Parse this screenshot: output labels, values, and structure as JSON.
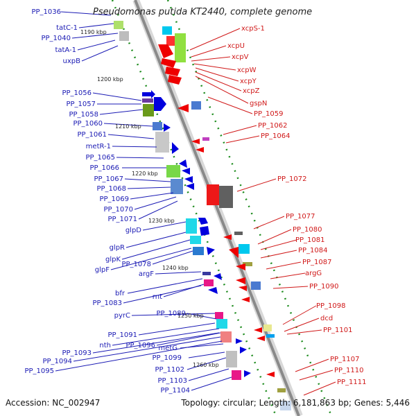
{
  "title": "Pseudomonas putida KT2440, complete genome",
  "footer": {
    "accession": "Accession: NC_002947",
    "summary": "Topology: circular; Length: 6,181,863 bp; Genes: 5,446"
  },
  "colors": {
    "forward_label": "#1a1ab4",
    "reverse_label": "#d01818",
    "backbone": "#8a8a8a",
    "ticks": "#1e8c1e"
  },
  "kbp_marks": [
    "1190 kbp",
    "1200 kbp",
    "1210 kbp",
    "1220 kbp",
    "1230 kbp",
    "1240 kbp",
    "1250 kbp",
    "1260 kbp"
  ],
  "left_labels": [
    "PP_1036",
    "tatC-1",
    "PP_1040",
    "tatA-1",
    "uxpB",
    "PP_1056",
    "PP_1057",
    "PP_1058",
    "PP_1060",
    "PP_1061",
    "metR-1",
    "PP_1065",
    "PP_1066",
    "PP_1067",
    "PP_1068",
    "PP_1069",
    "PP_1070",
    "PP_1071",
    "glpD",
    "glpR",
    "glpK",
    "PP_1078",
    "glpF",
    "argF",
    "bfr",
    "rnt",
    "PP_1083",
    "pyrC",
    "PP_1089",
    "PP_1091",
    "nth",
    "PP_1096",
    "PP_1093",
    "PP_1094",
    "metG",
    "PP_1095",
    "PP_1099",
    "PP_1102",
    "PP_1103",
    "PP_1104"
  ],
  "right_labels": [
    "xcpS-1",
    "xcpU",
    "xcpV",
    "xcpW",
    "xcpY",
    "xcpZ",
    "gspN",
    "PP_1059",
    "PP_1062",
    "PP_1064",
    "PP_1072",
    "PP_1077",
    "PP_1080",
    "PP_1081",
    "PP_1084",
    "PP_1087",
    "argG",
    "PP_1090",
    "PP_1098",
    "dcd",
    "PP_1101",
    "PP_1107",
    "PP_1110",
    "PP_1111"
  ]
}
